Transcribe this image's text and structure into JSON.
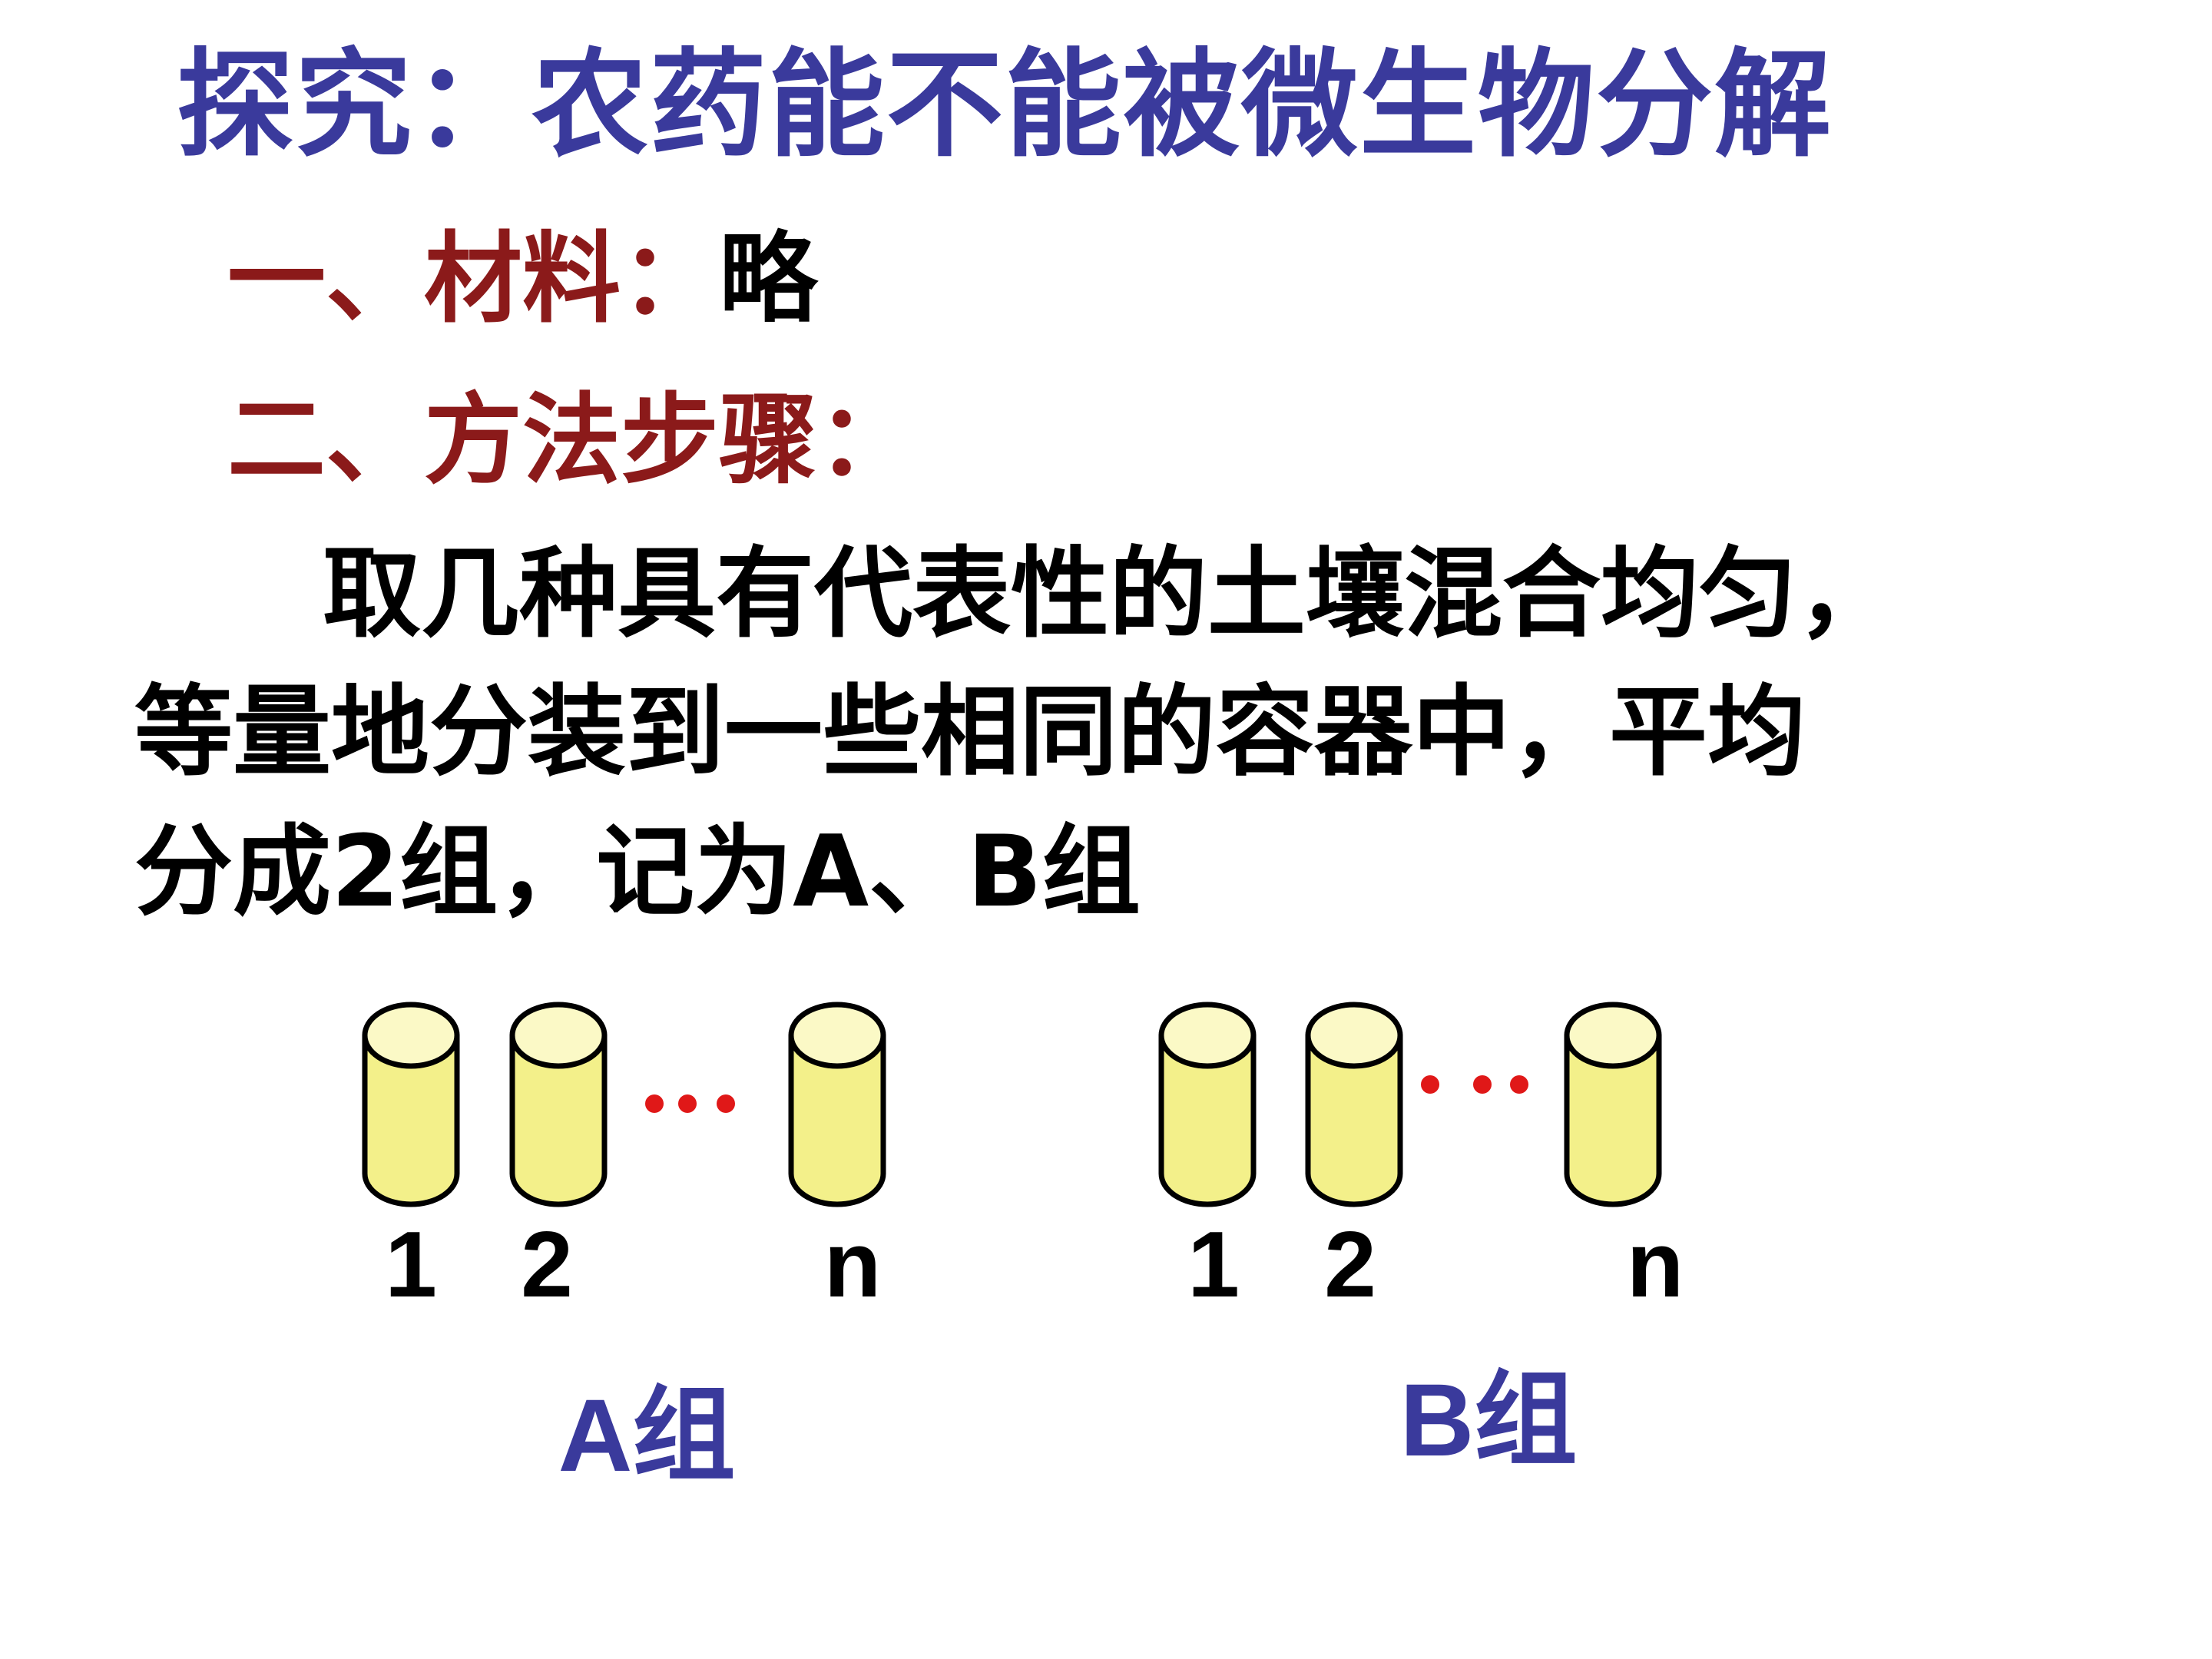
{
  "title": "探究：农药能不能被微生物分解",
  "materials": {
    "label": "一、材料：",
    "value": "略"
  },
  "method": {
    "label": "二、方法步骤："
  },
  "paragraph": {
    "line1": "取几种具有代表性的土壤混合均匀，",
    "line2": "等量地分装到一些相同的容器中，平均",
    "line3": "分成2组，记为A、B组"
  },
  "diagram": {
    "group_a": {
      "label": "A组",
      "numbers": [
        "1",
        "2",
        "n"
      ]
    },
    "group_b": {
      "label": "B组",
      "numbers": [
        "1",
        "2",
        "n"
      ]
    },
    "colors": {
      "container_fill": "#f3f08a",
      "container_top": "#fbf9c6",
      "container_stroke": "#000000",
      "ellipsis_dots": "#e01818"
    }
  }
}
